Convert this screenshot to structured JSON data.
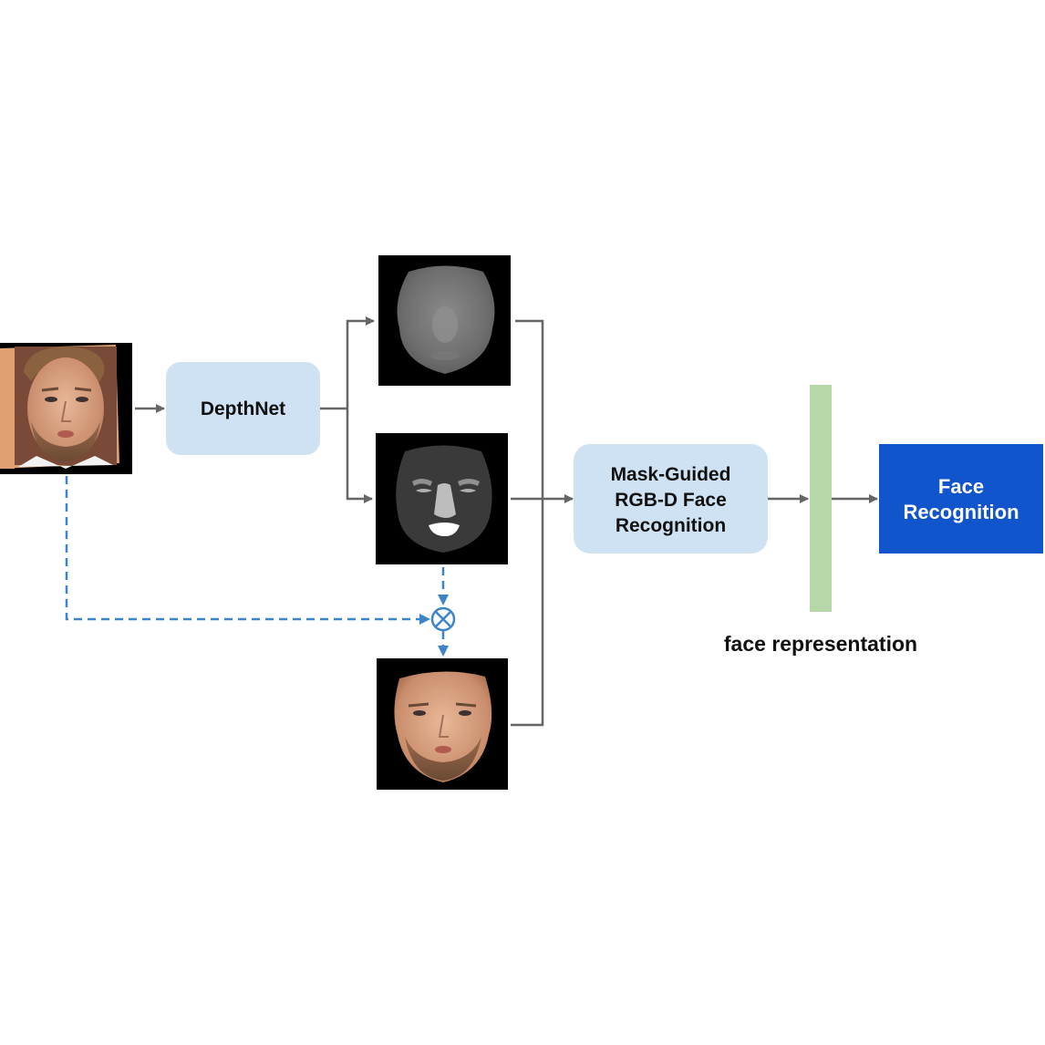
{
  "diagram": {
    "depthnet_label": "DepthNet",
    "fusion_label_lines": [
      "Mask-Guided",
      "RGB-D Face",
      "Recognition"
    ],
    "output_label_lines": [
      "Face",
      "Recognition"
    ],
    "representation_label": "face representation"
  },
  "colors": {
    "module_fill": "#cfe2f3",
    "output_fill": "#1155cc",
    "output_text": "#ffffff",
    "feature_bar": "#b6d7a8",
    "arrow_gray": "#666666",
    "mask_path_blue": "#3d85c6",
    "image_background": "#000000"
  },
  "images": {
    "input": "rgb-face-photo",
    "depth": "depth-map",
    "mask": "facial-region-mask",
    "masked": "masked-rgb-face"
  }
}
